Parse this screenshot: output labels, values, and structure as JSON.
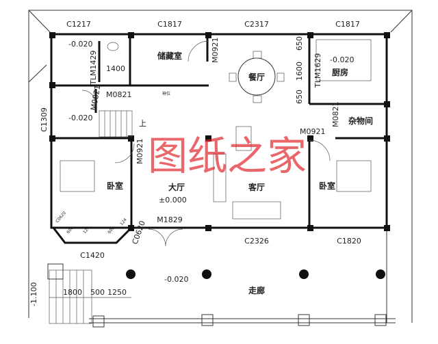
{
  "watermark": "图纸之家",
  "rooms": {
    "storage": "储藏室",
    "dining": "餐厅",
    "kitchen": "厨房",
    "utility": "杂物间",
    "bedroom_left": "卧室",
    "hall": "大厅",
    "living": "客厅",
    "bedroom_right": "卧室",
    "corridor": "走廊",
    "shrine": "神位",
    "stairs_up": "上"
  },
  "windows": {
    "w1": "C1217",
    "w2": "C1817",
    "w3": "C2317",
    "w4": "C1817",
    "w5": "C1309",
    "w6": "C2326",
    "w7": "C1820",
    "w8": "C1420",
    "w9": "C0620",
    "w10": "C0620"
  },
  "doors": {
    "d1": "TLM1429",
    "d2": "M0821",
    "d3": "M0821",
    "d4": "M0921",
    "d5": "M0921",
    "d6": "TLM1629",
    "d7": "M0821",
    "d8": "M0921",
    "d9": "M1829"
  },
  "levels": {
    "bath": "-0.020",
    "laundry": "-0.020",
    "kitchen": "-0.020",
    "hall": "±0.000",
    "porch": "-0.020",
    "step": "-1.100"
  },
  "dimensions": {
    "bath": "1400",
    "k1": "650",
    "k2": "1600",
    "k3": "650",
    "p1": "1800",
    "p2": "500",
    "p3": "1250",
    "bay1": "600",
    "bay2": "600",
    "bay3": "124",
    "bay4": "124"
  }
}
